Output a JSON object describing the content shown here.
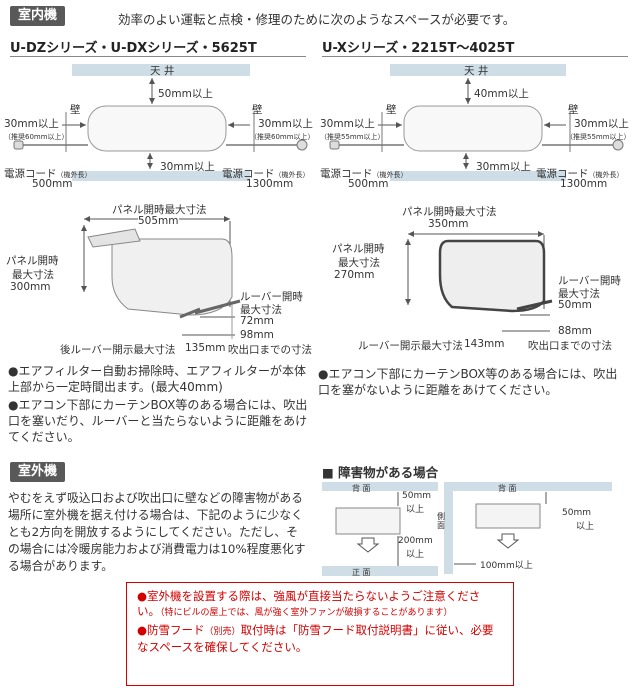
{
  "header": {
    "indoor_tag": "室内機",
    "intro": "効率のよい運転と点検・修理のために次のようなスペースが必要です。"
  },
  "left": {
    "series": "U-DZシリーズ・U-DXシリーズ・5625T",
    "ceiling": "天 井",
    "top_clear": "50mm以上",
    "wall": "壁",
    "left_clear": "30mm以上",
    "left_note": "（推奨60mm以上）",
    "right_clear": "30mm以上",
    "right_note": "（推奨60mm以上）",
    "bottom_clear": "30mm以上",
    "power_left": "電源コード",
    "power_left_note": "（機外長）",
    "power_left_len": "500mm",
    "power_right": "電源コード",
    "power_right_note": "（機外長）",
    "power_right_len": "1300mm",
    "panel_max": "パネル開時最大寸法",
    "panel_width": "505mm",
    "panel_open_1": "パネル開時",
    "panel_open_2": "最大寸法",
    "panel_height": "300mm",
    "louver_1": "ルーバー開時",
    "louver_2": "最大寸法",
    "louver_val": "72mm",
    "outlet_val": "98mm",
    "outlet_label": "吹出口までの寸法",
    "rear_louver": "後ルーバー開示最大寸法",
    "rear_louver_val": "135mm",
    "notes": [
      "●エアフィルター自動お掃除時、エアフィルターが本体上部から一定時間出ます。(最大40mm)",
      "●エアコン下部にカーテンBOX等のある場合には、吹出口を塞いだり、ルーバーと当たらないように距離をあけてください。"
    ]
  },
  "right": {
    "series": "U-Xシリーズ・2215T〜4025T",
    "ceiling": "天 井",
    "top_clear": "40mm以上",
    "wall": "壁",
    "left_clear": "30mm以上",
    "left_note": "（推奨55mm以上）",
    "right_clear": "30mm以上",
    "right_note": "（推奨55mm以上）",
    "bottom_clear": "30mm以上",
    "power_left": "電源コード",
    "power_left_note": "（機外長）",
    "power_left_len": "500mm",
    "power_right": "電源コード",
    "power_right_note": "（機外長）",
    "power_right_len": "1300mm",
    "panel_max": "パネル開時最大寸法",
    "panel_width": "350mm",
    "panel_open_1": "パネル開時",
    "panel_open_2": "最大寸法",
    "panel_height": "270mm",
    "louver_1": "ルーバー開時",
    "louver_2": "最大寸法",
    "louver_val": "50mm",
    "outlet_val": "88mm",
    "outlet_label": "吹出口までの寸法",
    "rear_louver": "ルーバー開示最大寸法",
    "rear_louver_val": "143mm",
    "notes": [
      "●エアコン下部にカーテンBOX等のある場合には、吹出口を塞がないように距離をあけてください。"
    ]
  },
  "outdoor": {
    "tag": "室外機",
    "text": "やむをえず吸込口および吹出口に壁などの障害物がある場所に室外機を据え付ける場合は、下記のように少なくとも2方向を開放するようにしてください。ただし、その場合には冷暖房能力および消費電力は10%程度悪化する場合があります。",
    "obstacle_title": "■ 障害物がある場合",
    "back": "背 面",
    "front": "正 面",
    "side": "側 面",
    "d1": "50mm",
    "d1b": "以上",
    "d2": "200mm",
    "d2b": "以上",
    "d3": "50mm",
    "d3b": "以上",
    "d4": "100mm以上"
  },
  "caution": {
    "line1": "●室外機を設置する際は、強風が直接当たらないようご注意ください。",
    "line1_small": "（特にビルの屋上では、風が強く室外ファンが破損することがあります）",
    "line2a": "●防雪フード",
    "line2_small": "（別売）",
    "line2b": "取付時は「防雪フード取付説明書」に従い、必要なスペースを確保してください。"
  }
}
